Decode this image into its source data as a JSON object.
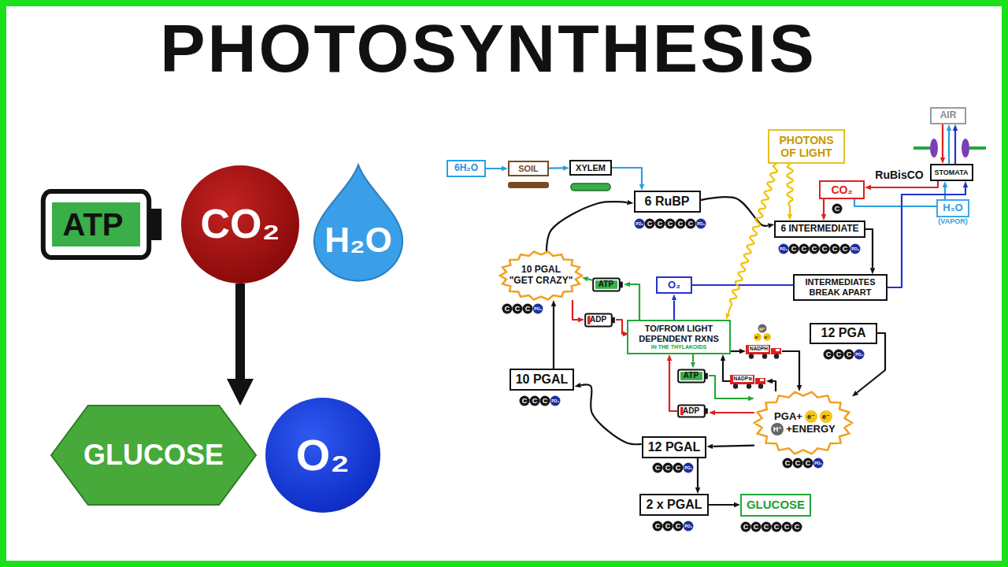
{
  "diagram": {
    "title": "PHOTOSYNTHESIS",
    "nodes": [
      {
        "text": [
          "ATP"
        ]
      },
      {
        "text": [
          "CO₂"
        ]
      },
      {
        "text": [
          "H₂O"
        ]
      },
      {
        "text": [
          "GLUCOSE"
        ]
      },
      {
        "text": [
          "O₂"
        ]
      },
      {
        "text": [
          "6H₂O"
        ]
      },
      {
        "text": [
          "SOIL"
        ]
      },
      {
        "text": [
          "XYLEM"
        ]
      },
      {
        "text": [
          "6 RuBP"
        ]
      },
      {
        "text": [
          "PHOTONS OF LIGHT"
        ]
      },
      {
        "text": [
          "AIR"
        ]
      },
      {
        "text": [
          "STOMATA"
        ]
      },
      {
        "text": [
          "CO₂"
        ]
      },
      {
        "text": [
          "H₂O",
          "(VAPOR)"
        ]
      },
      {
        "text": [
          "6 INTERMEDIATE"
        ]
      },
      {
        "text": [
          "10 PGAL \"GET CRAZY\""
        ]
      },
      {
        "text": [
          "ATP"
        ]
      },
      {
        "text": [
          "O₂"
        ]
      },
      {
        "text": [
          "INTERMEDIATES BREAK APART"
        ]
      },
      {
        "text": [
          "ADP"
        ]
      },
      {
        "text": [
          "TO/FROM LIGHT DEPENDENT RXNS",
          "IN THE THYLAKOIDS"
        ]
      },
      {
        "text": [
          "12 PGA"
        ]
      },
      {
        "text": [
          "NADPH"
        ]
      },
      {
        "text": [
          "ATP"
        ]
      },
      {
        "text": [
          "NADP⊕"
        ]
      },
      {
        "text": [
          "10 PGAL"
        ]
      },
      {
        "text": [
          "ADP"
        ]
      },
      {
        "text": [
          "PGA+",
          "e⁻",
          "e⁻",
          "H⁺",
          "+ENERGY"
        ]
      },
      {
        "text": [
          "12 PGAL"
        ]
      },
      {
        "text": [
          "2 x PGAL"
        ]
      },
      {
        "text": [
          "GLUCOSE"
        ]
      }
    ],
    "edges": [
      {
        "from": 1,
        "to": 3,
        "arrow": "to"
      },
      {
        "from": 5,
        "to": 6,
        "arrow": "to"
      },
      {
        "from": 6,
        "to": 7,
        "arrow": "to"
      },
      {
        "from": 7,
        "to": 8,
        "arrow": "to"
      },
      {
        "from": 8,
        "to": 14,
        "arrow": "to"
      },
      {
        "from": 12,
        "to": 14,
        "arrow": "to"
      },
      {
        "from": 10,
        "to": 11,
        "arrow": "to"
      },
      {
        "from": 11,
        "to": 10,
        "arrow": "to"
      },
      {
        "from": 11,
        "to": 10,
        "arrow": "to"
      },
      {
        "from": 11,
        "to": 12,
        "arrow": "to"
      },
      {
        "from": 13,
        "to": 11,
        "arrow": "to"
      },
      {
        "from": 13,
        "to": 12,
        "arrow": "none"
      },
      {
        "from": 14,
        "to": 18,
        "arrow": "to"
      },
      {
        "from": 18,
        "to": 17,
        "arrow": "none"
      },
      {
        "from": 18,
        "to": 11,
        "arrow": "to"
      },
      {
        "from": 20,
        "to": 17,
        "arrow": "to"
      },
      {
        "from": 20,
        "to": 16,
        "arrow": "to"
      },
      {
        "from": 16,
        "to": 15,
        "arrow": "to"
      },
      {
        "from": 15,
        "to": 19,
        "arrow": "to"
      },
      {
        "from": 19,
        "to": 20,
        "arrow": "to"
      },
      {
        "from": 20,
        "to": 22,
        "arrow": "to"
      },
      {
        "from": 22,
        "to": 27,
        "arrow": "to"
      },
      {
        "from": 27,
        "to": 24,
        "arrow": "to"
      },
      {
        "from": 24,
        "to": 20,
        "arrow": "to"
      },
      {
        "from": 20,
        "to": 23,
        "arrow": "to"
      },
      {
        "from": 23,
        "to": 27,
        "arrow": "to"
      },
      {
        "from": 27,
        "to": 26,
        "arrow": "to"
      },
      {
        "from": 26,
        "to": 20,
        "arrow": "to"
      },
      {
        "from": 21,
        "to": 27,
        "arrow": "to"
      },
      {
        "from": 27,
        "to": 28,
        "arrow": "to"
      },
      {
        "from": 28,
        "to": 29,
        "arrow": "to"
      },
      {
        "from": 29,
        "to": 30,
        "arrow": "to"
      },
      {
        "from": 28,
        "to": 25,
        "arrow": "to"
      },
      {
        "from": 25,
        "to": 15,
        "arrow": "to"
      },
      {
        "from": 15,
        "to": 8,
        "arrow": "to"
      },
      {
        "from": 9,
        "to": 20,
        "arrow": "to"
      },
      {
        "from": 9,
        "to": 14,
        "arrow": "to"
      }
    ],
    "labels": [
      "RuBisCO",
      "PO₄",
      "C",
      "C",
      "C",
      "C",
      "C",
      "PO₄",
      "C",
      "PO₄",
      "C",
      "C",
      "C",
      "C",
      "C",
      "C",
      "PO₄",
      "C",
      "C",
      "C",
      "PO₄",
      "C",
      "C",
      "C",
      "PO₄",
      "e⁻",
      "e⁻",
      "H⁺",
      "C",
      "C",
      "C",
      "PO₄",
      "C",
      "C",
      "C",
      "PO₄",
      "C",
      "C",
      "C",
      "PO₄",
      "C",
      "C",
      "C",
      "PO₄",
      "C",
      "C",
      "C",
      "C",
      "C",
      "C"
    ]
  }
}
